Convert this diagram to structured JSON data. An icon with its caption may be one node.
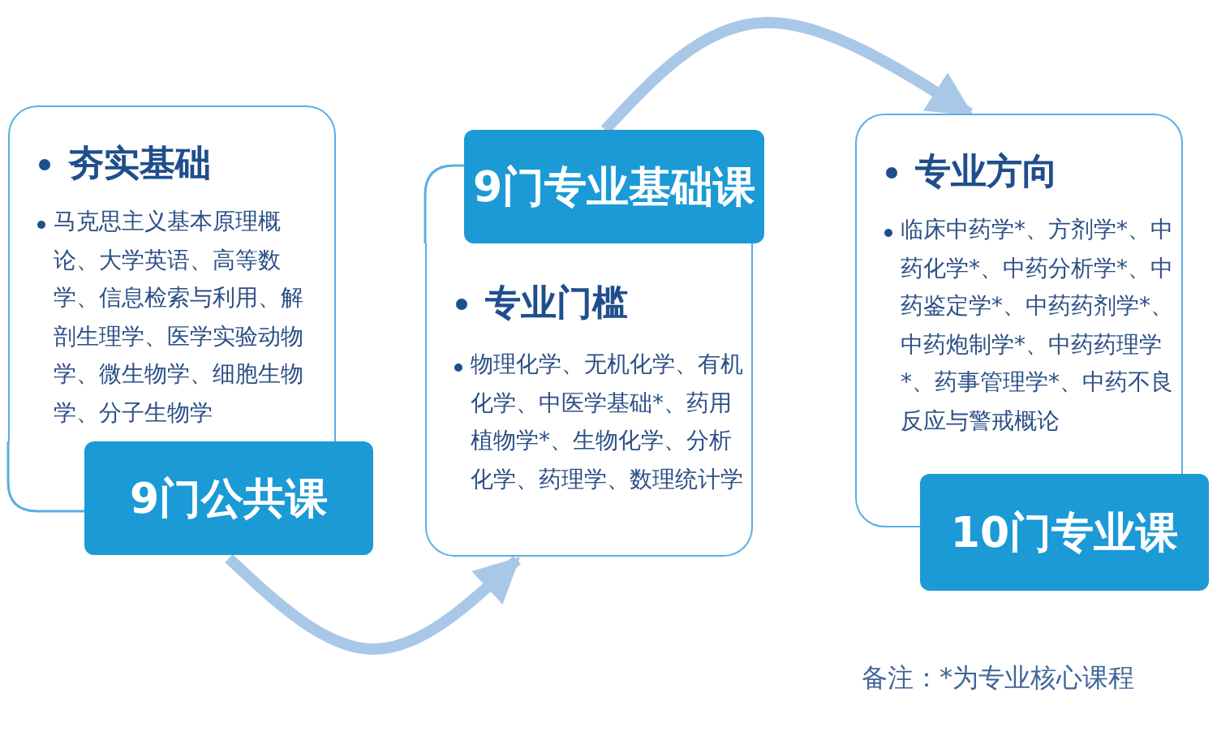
{
  "diagram": {
    "nodes": [
      {
        "text": [
          "夯实基础",
          "马克思主义基本原理概论、大学英语、高等数学、信息检索与利用、解剖生理学、医学实验动物学、微生物学、细胞生物学、分子生物学"
        ]
      },
      {
        "text": [
          "9门公共课"
        ]
      },
      {
        "text": [
          "专业门槛",
          "物理化学、无机化学、有机化学、中医学基础*、药用植物学*、生物化学、分析化学、药理学、数理统计学"
        ]
      },
      {
        "text": [
          "9门专业基础课"
        ]
      },
      {
        "text": [
          "专业方向",
          "临床中药学*、方剂学*、中药化学*、中药分析学*、中药鉴定学*、中药药剂学*、中药炮制学*、中药药理学*、药事管理学*、中药不良反应与警戒概论"
        ]
      },
      {
        "text": [
          "10门专业课"
        ]
      }
    ],
    "edges": [
      {
        "from": 1,
        "to": 2,
        "arrow": "to"
      },
      {
        "from": 3,
        "to": 4,
        "arrow": "to"
      }
    ],
    "labels": [
      "备注：*为专业核心课程"
    ]
  }
}
